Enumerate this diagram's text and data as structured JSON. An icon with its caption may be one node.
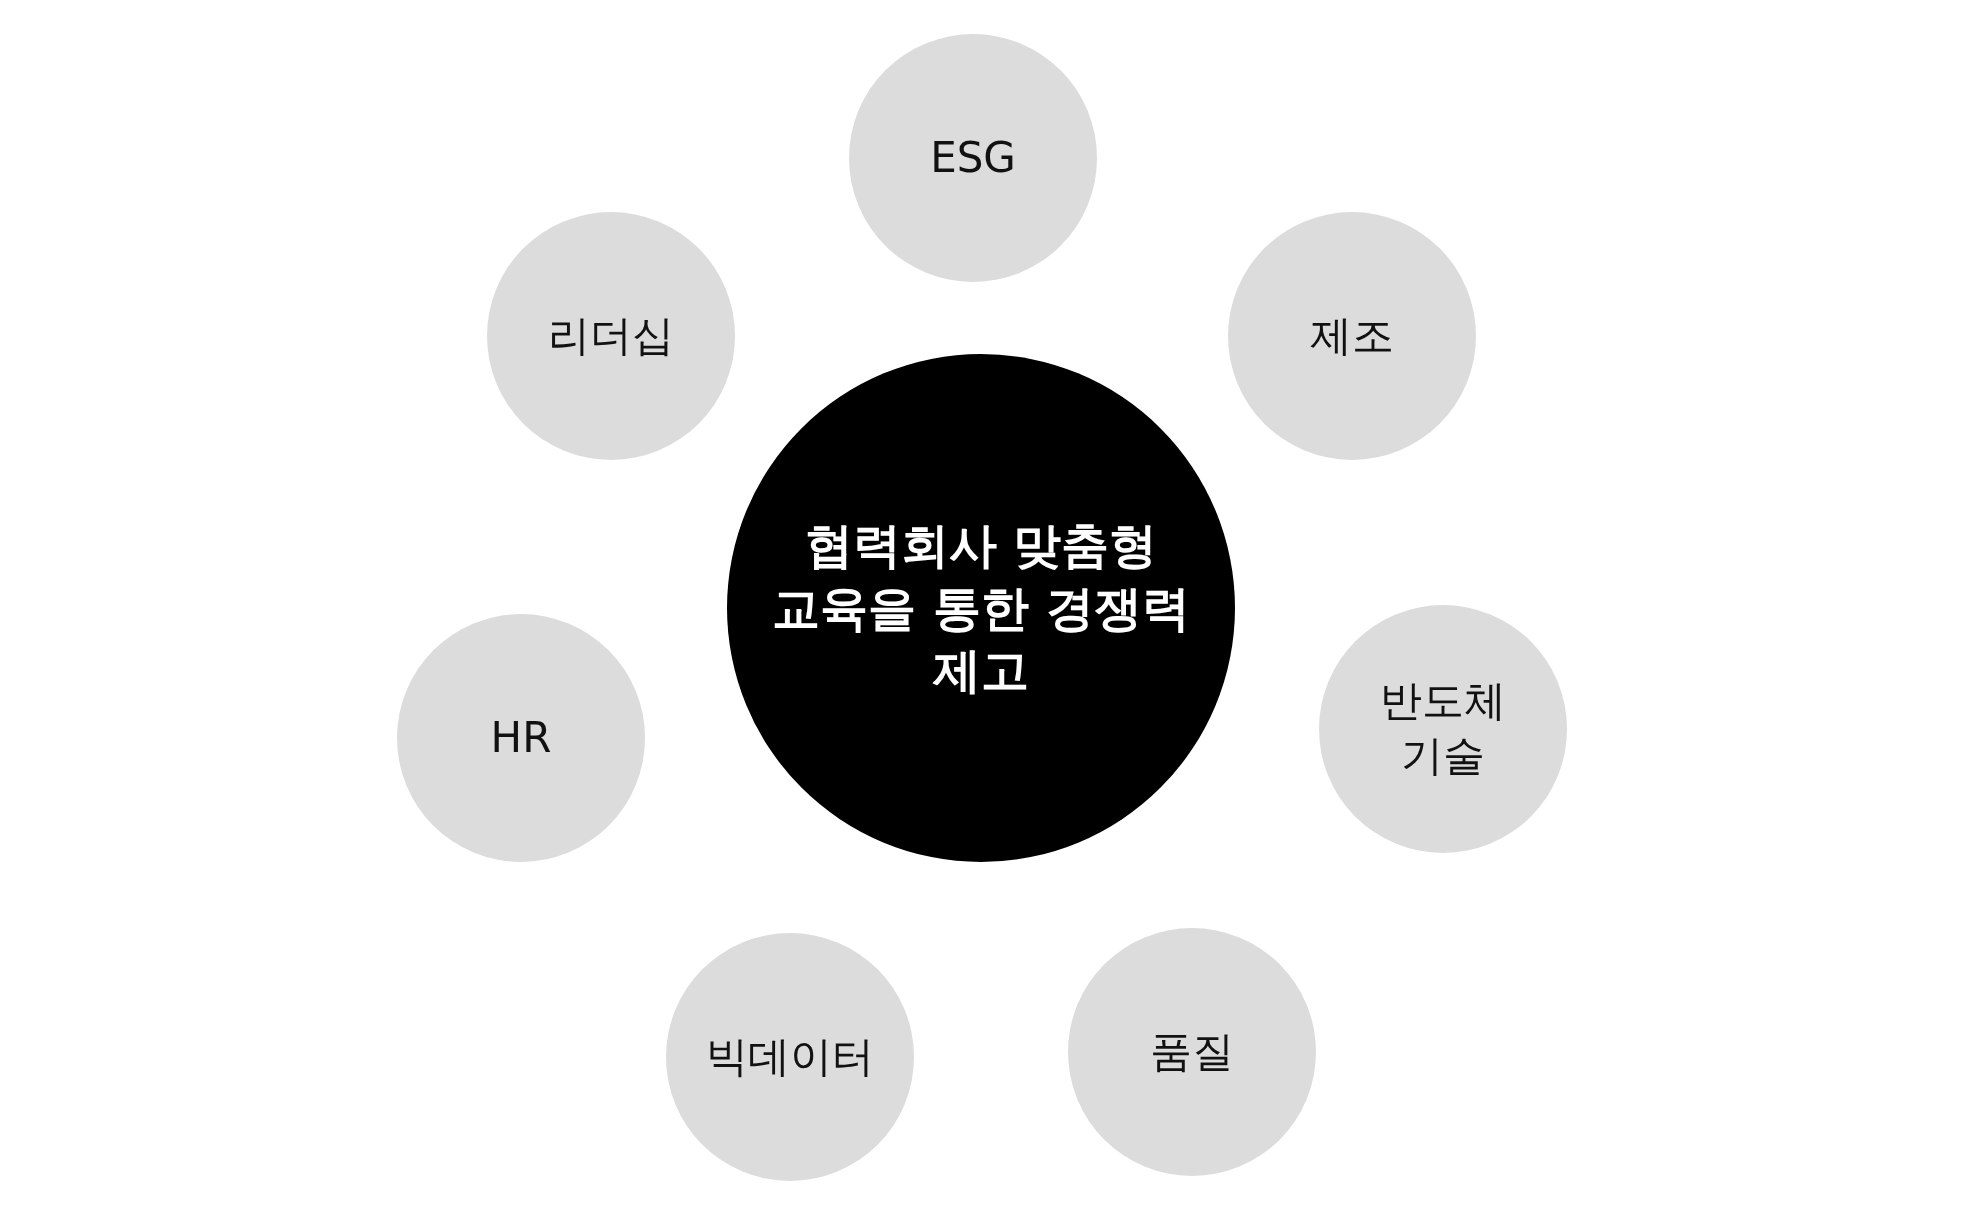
{
  "diagram": {
    "nodes": [
      {
        "text": [
          "협력회사 맞춤형 교육을 통한 경쟁력 제고"
        ]
      },
      {
        "text": [
          "ESG"
        ]
      },
      {
        "text": [
          "리더십"
        ]
      },
      {
        "text": [
          "제조"
        ]
      },
      {
        "text": [
          "HR"
        ]
      },
      {
        "text": [
          "반도체 기술"
        ]
      },
      {
        "text": [
          "빅데이터"
        ]
      },
      {
        "text": [
          "품질"
        ]
      }
    ]
  }
}
